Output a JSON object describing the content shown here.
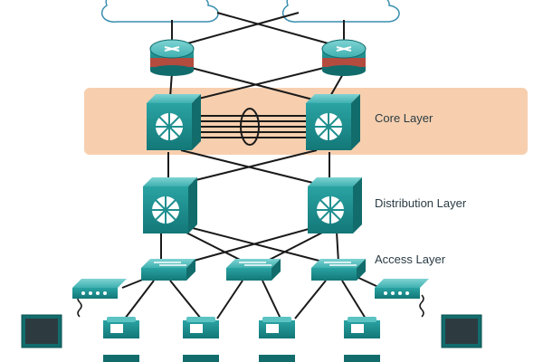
{
  "layers": {
    "core": "Core Layer",
    "distribution": "Distribution Layer",
    "access": "Access Layer"
  },
  "colors": {
    "core_band": "#f7cfae",
    "device_teal": "#1f8f8f",
    "device_dark": "#126c6c",
    "device_light": "#5cc3c3",
    "router_band": "#b34b3f",
    "link": "#1a1a1a"
  },
  "icons": [
    "cloud-icon",
    "router-icon",
    "multilayer-switch-icon",
    "switch-icon",
    "access-point-icon",
    "laptop-icon",
    "ip-phone-icon"
  ]
}
